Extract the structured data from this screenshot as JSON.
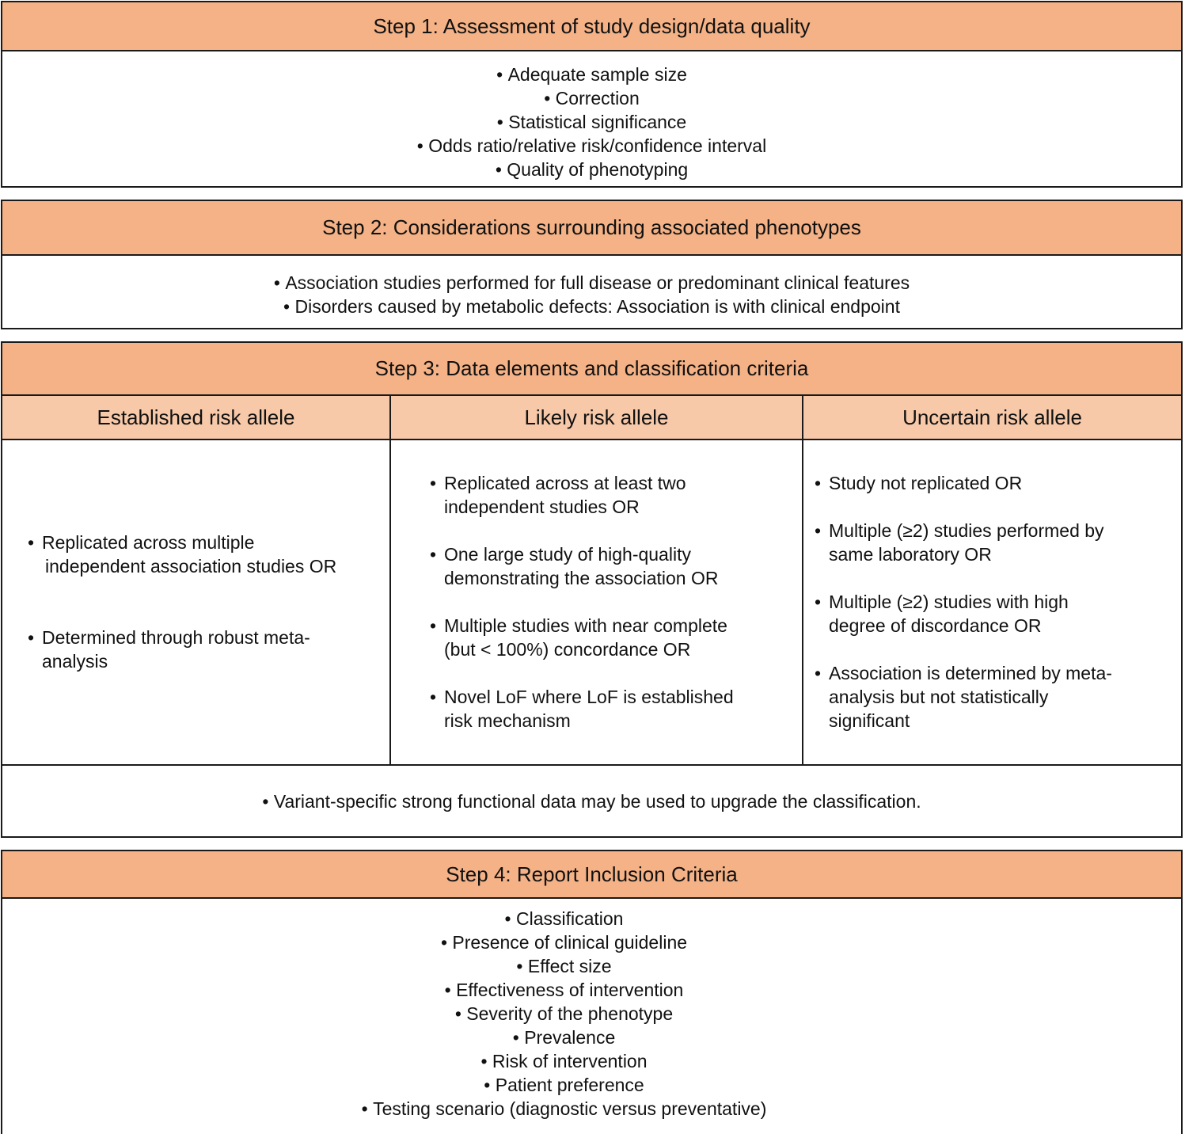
{
  "step1": {
    "title": "Step 1: Assessment of study design/data quality",
    "items": [
      "Adequate sample size",
      "Correction",
      "Statistical significance",
      "Odds ratio/relative risk/confidence interval",
      "Quality of phenotyping"
    ]
  },
  "step2": {
    "title": "Step 2: Considerations surrounding associated phenotypes",
    "items": [
      "Association studies performed for full disease or predominant clinical features",
      "Disorders caused by metabolic defects: Association is with clinical endpoint"
    ]
  },
  "step3": {
    "title": "Step 3: Data elements and classification criteria",
    "columns": [
      {
        "heading": "Established risk allele",
        "items": [
          [
            "Replicated across multiple",
            "independent association studies OR"
          ],
          [
            "Determined through robust meta-",
            "analysis"
          ]
        ]
      },
      {
        "heading": "Likely risk allele",
        "items": [
          [
            "Replicated across at least two",
            "independent studies OR"
          ],
          [
            "One large study of high-quality",
            "demonstrating the association OR"
          ],
          [
            "Multiple studies with near complete",
            "(but < 100%) concordance OR"
          ],
          [
            "Novel LoF where LoF is established",
            "risk mechanism"
          ]
        ]
      },
      {
        "heading": "Uncertain risk allele",
        "items": [
          [
            "Study not replicated OR"
          ],
          [
            "Multiple (≥2) studies performed by",
            "same laboratory OR"
          ],
          [
            "Multiple (≥2) studies with high",
            "degree of discordance OR"
          ],
          [
            "Association is determined by meta-",
            "analysis but not statistically",
            "significant"
          ]
        ]
      }
    ],
    "footer": "Variant-specific strong functional data may be used to upgrade the classification."
  },
  "step4": {
    "title": "Step 4: Report Inclusion Criteria",
    "items": [
      "Classification",
      "Presence of clinical guideline",
      "Effect size",
      "Effectiveness of intervention",
      "Severity of the phenotype",
      "Prevalence",
      "Risk of intervention",
      "Patient preference",
      "Testing scenario (diagnostic versus preventative)"
    ]
  }
}
